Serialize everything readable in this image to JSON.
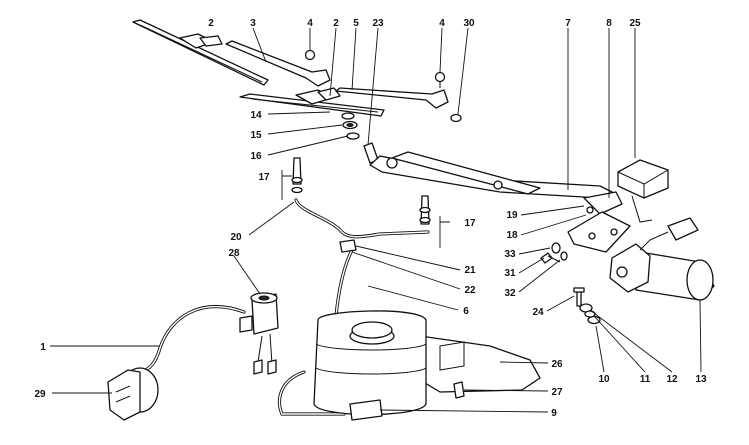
{
  "diagram": {
    "callouts": [
      {
        "id": "c2a",
        "label": "2"
      },
      {
        "id": "c3",
        "label": "3"
      },
      {
        "id": "c4a",
        "label": "4"
      },
      {
        "id": "c2b",
        "label": "2"
      },
      {
        "id": "c5",
        "label": "5"
      },
      {
        "id": "c23",
        "label": "23"
      },
      {
        "id": "c4b",
        "label": "4"
      },
      {
        "id": "c30",
        "label": "30"
      },
      {
        "id": "c7",
        "label": "7"
      },
      {
        "id": "c8",
        "label": "8"
      },
      {
        "id": "c25",
        "label": "25"
      },
      {
        "id": "c14",
        "label": "14"
      },
      {
        "id": "c15",
        "label": "15"
      },
      {
        "id": "c16",
        "label": "16"
      },
      {
        "id": "c17a",
        "label": "17"
      },
      {
        "id": "c17b",
        "label": "17"
      },
      {
        "id": "c19",
        "label": "19"
      },
      {
        "id": "c18",
        "label": "18"
      },
      {
        "id": "c20",
        "label": "20"
      },
      {
        "id": "c33",
        "label": "33"
      },
      {
        "id": "c28",
        "label": "28"
      },
      {
        "id": "c21",
        "label": "21"
      },
      {
        "id": "c31",
        "label": "31"
      },
      {
        "id": "c22",
        "label": "22"
      },
      {
        "id": "c32",
        "label": "32"
      },
      {
        "id": "c6",
        "label": "6"
      },
      {
        "id": "c24",
        "label": "24"
      },
      {
        "id": "c1",
        "label": "1"
      },
      {
        "id": "c26",
        "label": "26"
      },
      {
        "id": "c10",
        "label": "10"
      },
      {
        "id": "c11",
        "label": "11"
      },
      {
        "id": "c12",
        "label": "12"
      },
      {
        "id": "c13",
        "label": "13"
      },
      {
        "id": "c29",
        "label": "29"
      },
      {
        "id": "c27",
        "label": "27"
      },
      {
        "id": "c9",
        "label": "9"
      }
    ]
  }
}
